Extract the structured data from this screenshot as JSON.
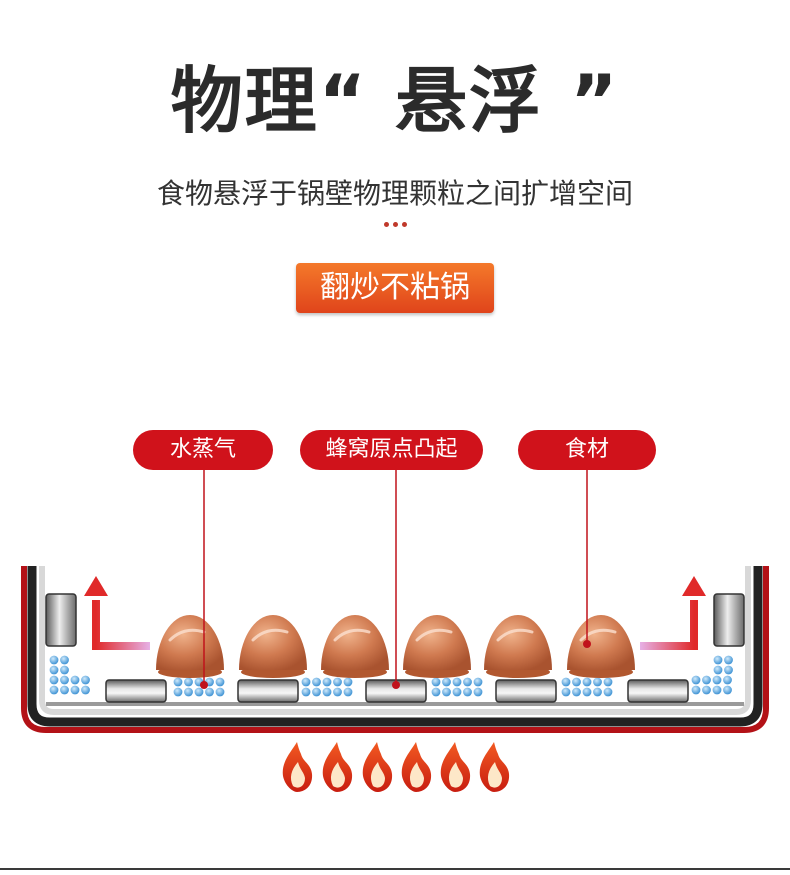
{
  "header": {
    "title": "物理“ 悬浮 ”",
    "subtitle": "食物悬浮于锅壁物理颗粒之间扩增空间"
  },
  "feature_tag": "翻炒不粘锅",
  "labels": {
    "steam": "水蒸气",
    "honeycomb": "蜂窝原点凸起",
    "food": "食材"
  },
  "colors": {
    "accent_red": "#d0121b",
    "tag_orange": "#ee5d22",
    "title_dark": "#2b2b2b",
    "food_brown": "#d07a50",
    "steam_blue": "#4aa3e0",
    "arrow_red": "#e02a2a",
    "arrow_pink": "#d35fc4",
    "flame": "#e8401c"
  },
  "icons": [
    "steam-arrow-icon",
    "flame-icon",
    "food-ball-icon",
    "steam-bubble-icon"
  ]
}
